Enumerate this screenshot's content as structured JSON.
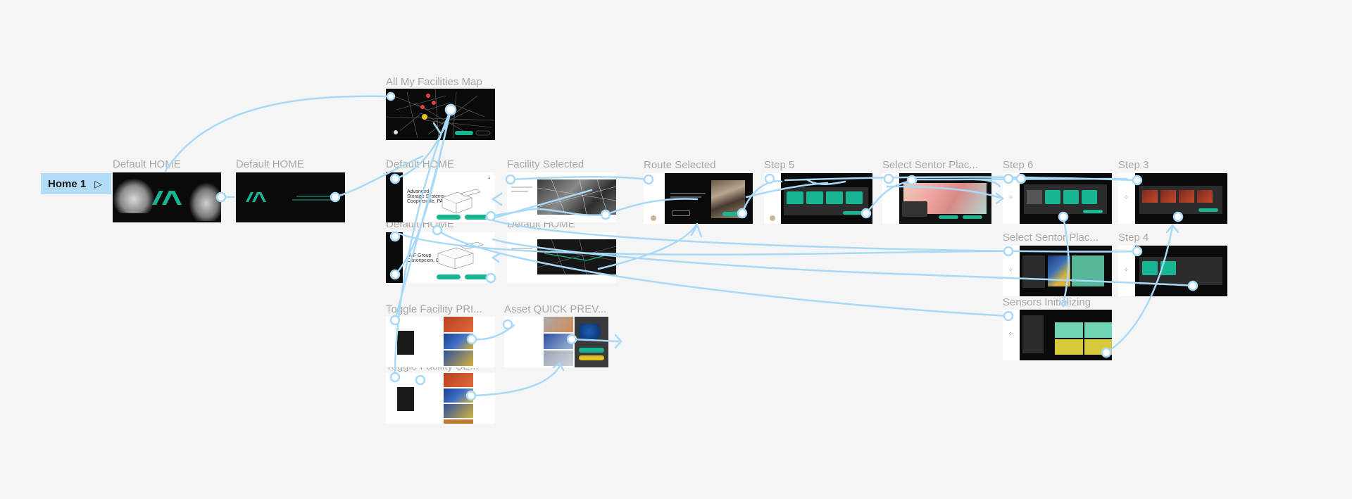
{
  "flow": {
    "label": "Home 1"
  },
  "frames": {
    "default_home_1": "Default HOME",
    "default_home_2": "Default HOME",
    "facilities_map": "All My Facilities Map",
    "default_home_3": "Default HOME",
    "facility_selected": "Facility Selected",
    "route_selected": "Route Selected",
    "step5": "Step 5",
    "select_sensor_1": "Select Sentor Plac...",
    "step6": "Step 6",
    "step3": "Step 3",
    "default_home_4": "Default HOME",
    "default_home_5": "Default HOME",
    "select_sensor_2": "Select Sentor Plac...",
    "step4": "Step 4",
    "toggle_facility_1": "Toggle Facility PRI...",
    "asset_quick_preview": "Asset QUICK PREV...",
    "sensors_initializing": "Sensors Initializing",
    "toggle_facility_2": "Toggle Facility SE..."
  },
  "mini": {
    "facility_a_name": "Advanced",
    "facility_a_line2": "Storage Systems",
    "facility_a_city": "Coopersville, PA",
    "facility_b_name": "AVF Group",
    "facility_b_city": "Concepcion, CA"
  },
  "colors": {
    "canvas": "#f5f5f5",
    "link": "#a9d9f6",
    "accent": "#19b592",
    "flow_tag": "#b3dcf7",
    "label": "#a8a8a8"
  }
}
